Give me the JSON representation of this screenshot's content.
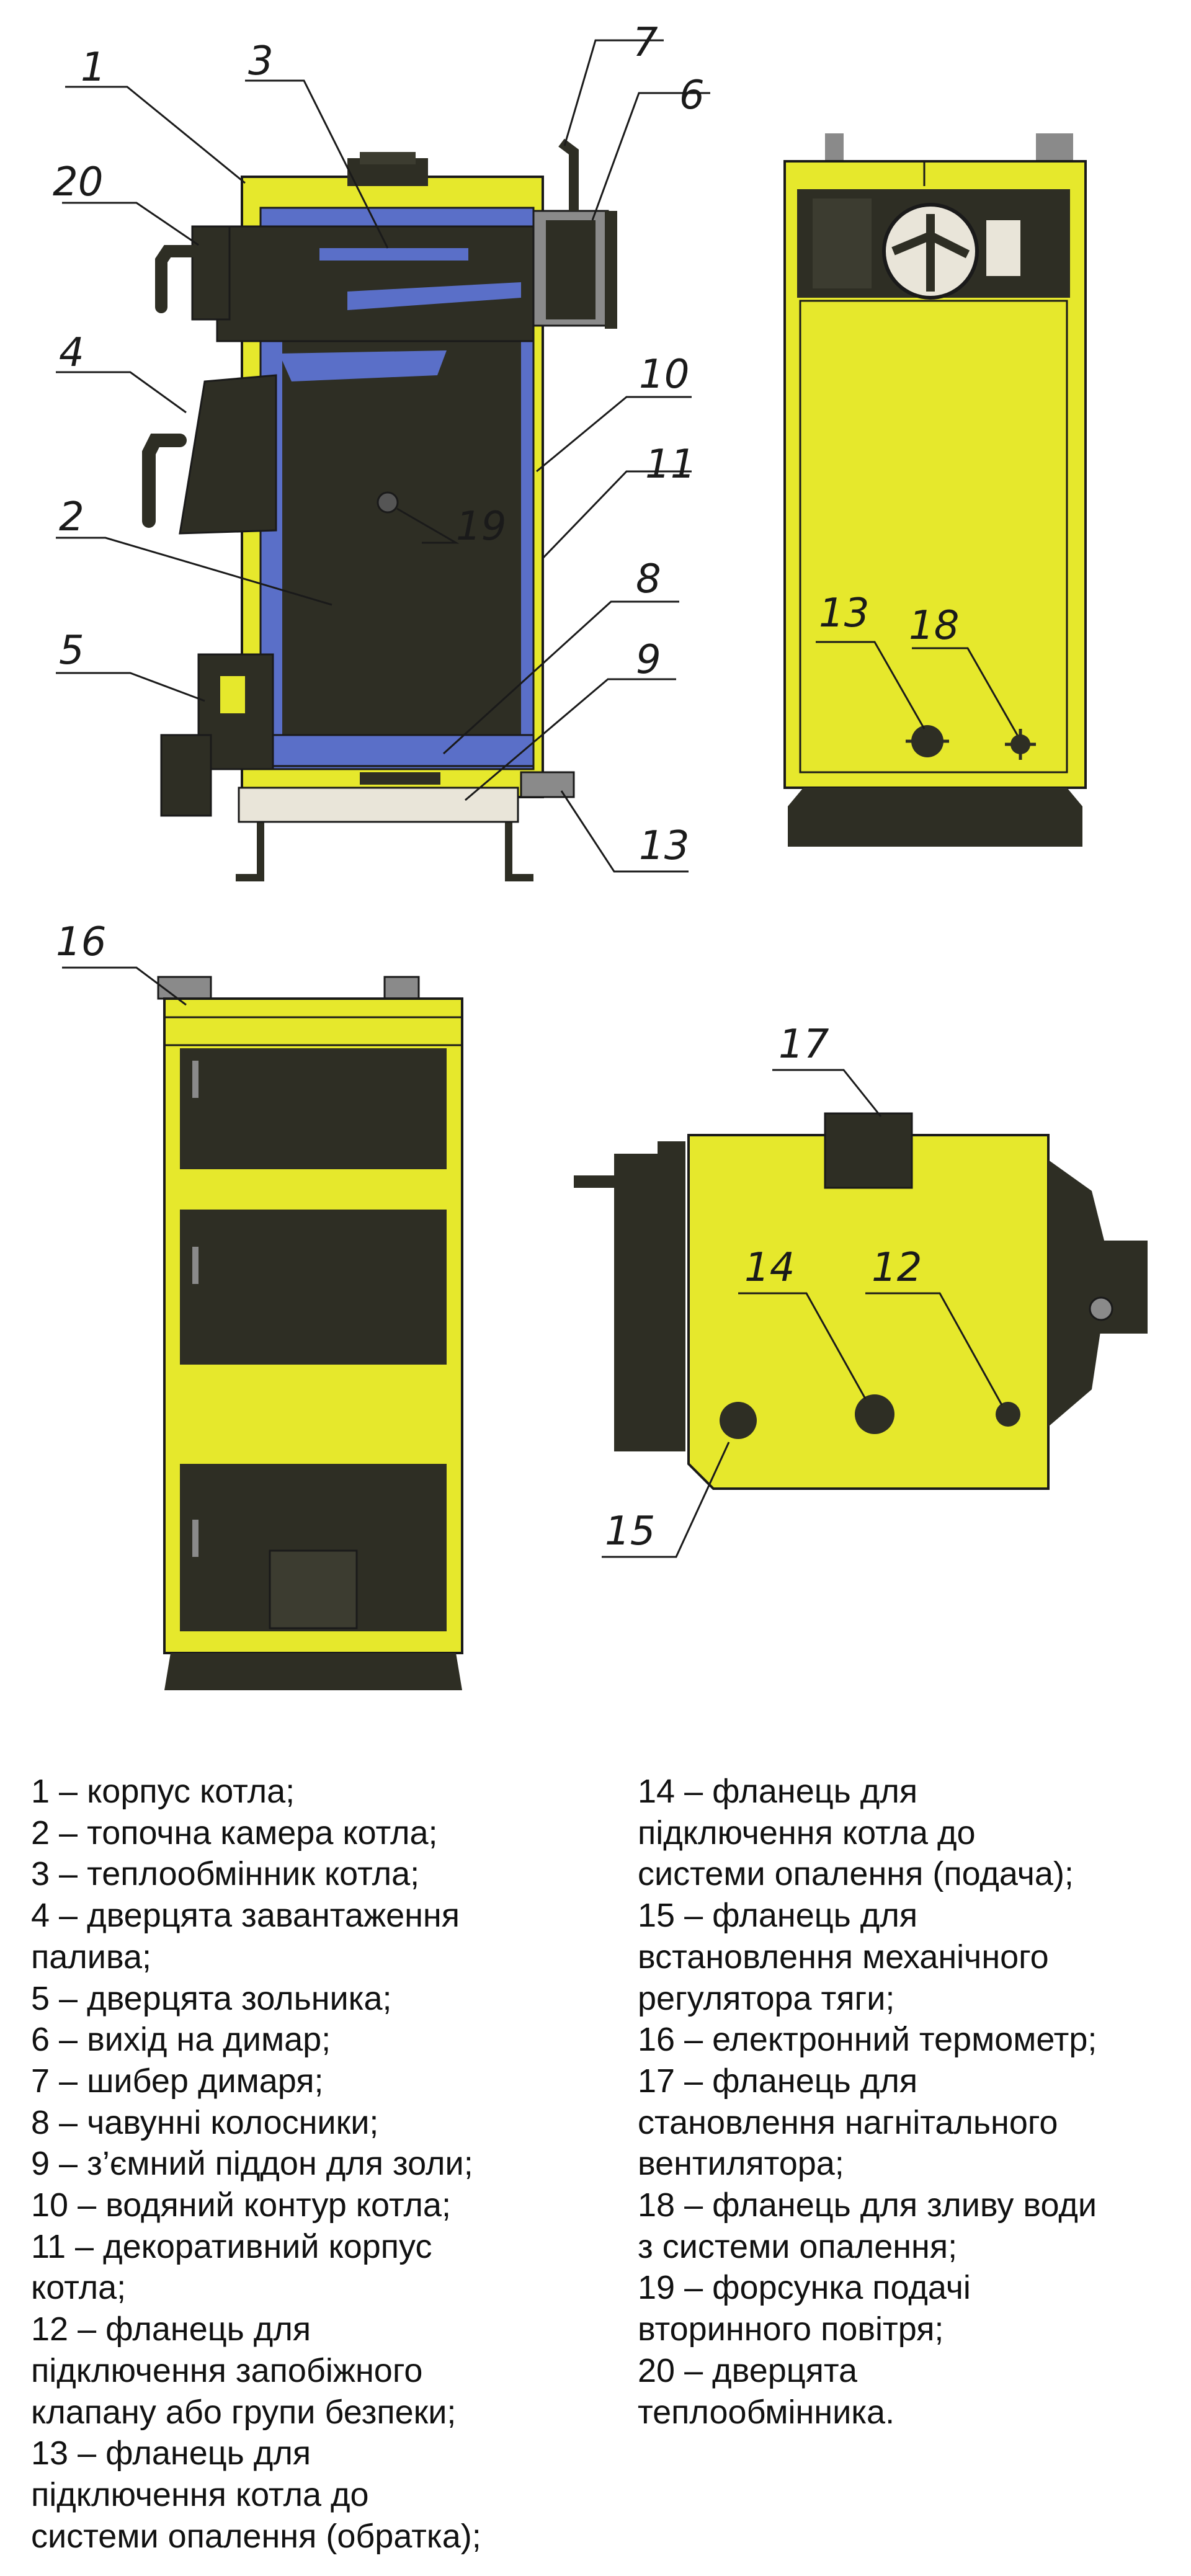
{
  "colors": {
    "body_yellow": "#e6e82c",
    "body_dark": "#2e2e24",
    "water_blue": "#5a6fc8",
    "steel_grey": "#8a8a8a",
    "ash_pan": "#e9e5d9",
    "line": "#1a1a1a"
  },
  "callouts": {
    "c1": "1",
    "c2": "2",
    "c3": "3",
    "c4": "4",
    "c5": "5",
    "c6": "6",
    "c7": "7",
    "c8": "8",
    "c9": "9",
    "c10": "10",
    "c11": "11",
    "c12": "12",
    "c13_side": "13",
    "c13_back": "13",
    "c14": "14",
    "c15": "15",
    "c16": "16",
    "c17": "17",
    "c18": "18",
    "c19": "19",
    "c20": "20"
  },
  "legend": {
    "left": [
      "1 – корпус котла;",
      "2 – топочна камера котла;",
      "3 – теплообмінник котла;",
      "4 – дверцята завантаження",
      "палива;",
      "5 – дверцята зольника;",
      "6 – вихід на димар;",
      "7 – шибер димаря;",
      "8 – чавунні колосники;",
      "9 – з’ємний піддон для золи;",
      "10 – водяний контур котла;",
      "11 – декоративний корпус",
      "котла;",
      "12 – фланець для",
      "підключення запобіжного",
      "клапану або групи безпеки;",
      "13 – фланець для",
      "підключення котла до",
      "системи опалення (обратка);"
    ],
    "right": [
      "14 – фланець для",
      "підключення котла до",
      "системи опалення (подача);",
      "15 – фланець для",
      "встановлення механічного",
      "регулятора тяги;",
      "16 – електронний термометр;",
      "17 – фланець для",
      "становлення нагнітального",
      "вентилятора;",
      "18 – фланець для зливу води",
      "з системи опалення;",
      "19 – форсунка подачі",
      "вторинного повітря;",
      "20 – дверцята",
      "теплообмінника."
    ]
  }
}
